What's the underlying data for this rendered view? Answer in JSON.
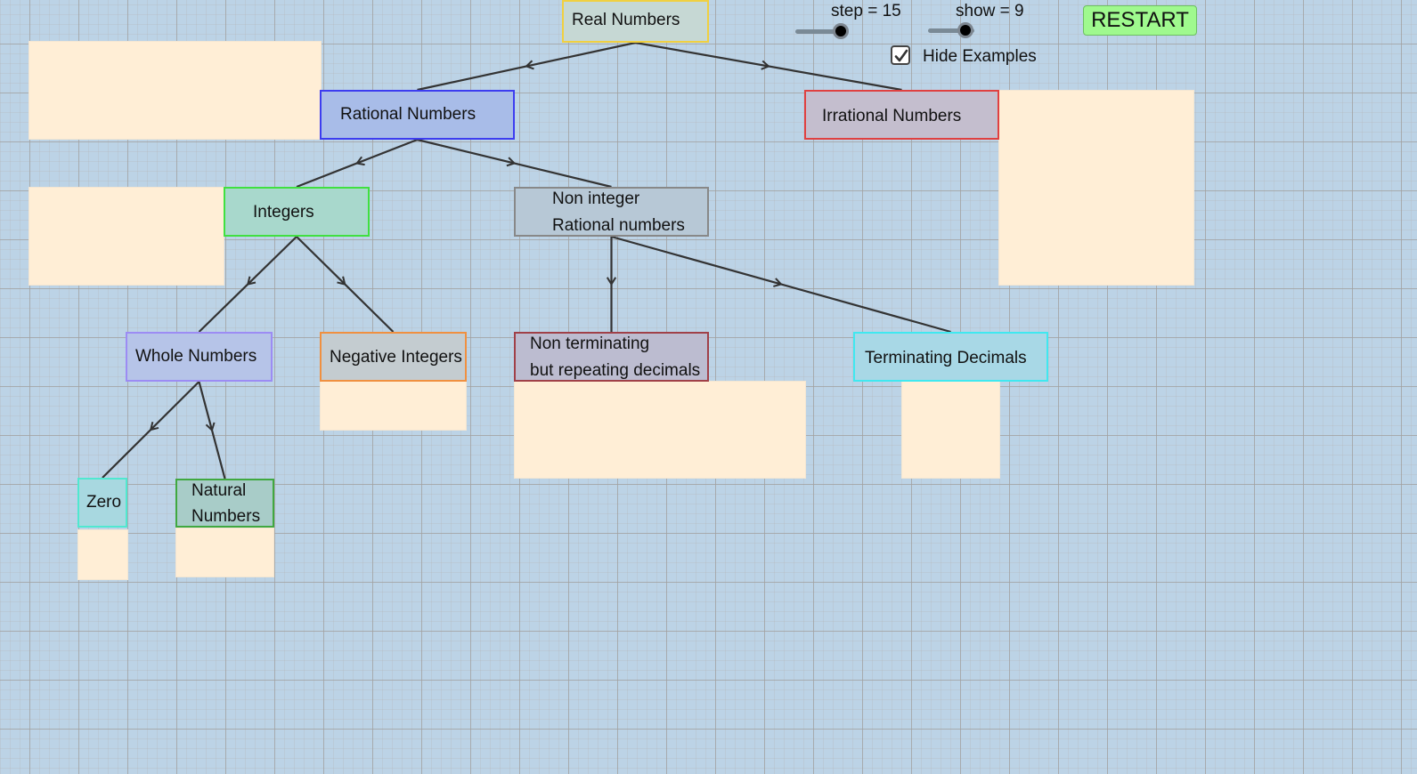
{
  "controls": {
    "step_slider": {
      "label": "step = 15",
      "name": "step",
      "value": 15
    },
    "show_slider": {
      "label": "show = 9",
      "name": "show",
      "value": 9
    },
    "hide_examples": {
      "label": "Hide Examples",
      "checked": true
    },
    "restart_label": "RESTART"
  },
  "nodes": {
    "real": {
      "line1": "Real Numbers",
      "border": "#f0d040",
      "fill": "#c6d8d4"
    },
    "rational": {
      "line1": "Rational Numbers",
      "border": "#3d3df0",
      "fill": "#a8bce8"
    },
    "irrational": {
      "line1": "Irrational Numbers",
      "border": "#e04040",
      "fill": "#c4bece"
    },
    "integers": {
      "line1": "Integers",
      "border": "#40e040",
      "fill": "#a8d8cc"
    },
    "non_integer": {
      "line1": "Non integer",
      "line2": "Rational numbers",
      "border": "#888888",
      "fill": "#b7c8d6"
    },
    "whole": {
      "line1": "Whole Numbers",
      "border": "#9c8cf4",
      "fill": "#b6c4e8"
    },
    "negative": {
      "line1": "Negative Integers",
      "border": "#f09040",
      "fill": "#c4ccd0"
    },
    "non_terminating": {
      "line1": "Non terminating",
      "line2": "but repeating decimals",
      "border": "#a04048",
      "fill": "#bcbcd0"
    },
    "terminating": {
      "line1": "Terminating Decimals",
      "border": "#40e8f0",
      "fill": "#a8d8e6"
    },
    "zero": {
      "line1": "Zero",
      "border": "#50e8d0",
      "fill": "#a8d8e0"
    },
    "natural": {
      "line1": "Natural",
      "line2": "Numbers",
      "border": "#40a840",
      "fill": "#a8ccc8"
    }
  },
  "edges": [
    {
      "from": "real",
      "to": "rational"
    },
    {
      "from": "real",
      "to": "irrational"
    },
    {
      "from": "rational",
      "to": "integers"
    },
    {
      "from": "rational",
      "to": "non_integer"
    },
    {
      "from": "integers",
      "to": "whole"
    },
    {
      "from": "integers",
      "to": "negative"
    },
    {
      "from": "non_integer",
      "to": "non_terminating"
    },
    {
      "from": "non_integer",
      "to": "terminating"
    },
    {
      "from": "whole",
      "to": "zero"
    },
    {
      "from": "whole",
      "to": "natural"
    }
  ],
  "colors": {
    "example_fill": "#ffeed6",
    "edge": "#333333",
    "restart_fill": "#9ff98e",
    "canvas": "#bcd3e6"
  }
}
